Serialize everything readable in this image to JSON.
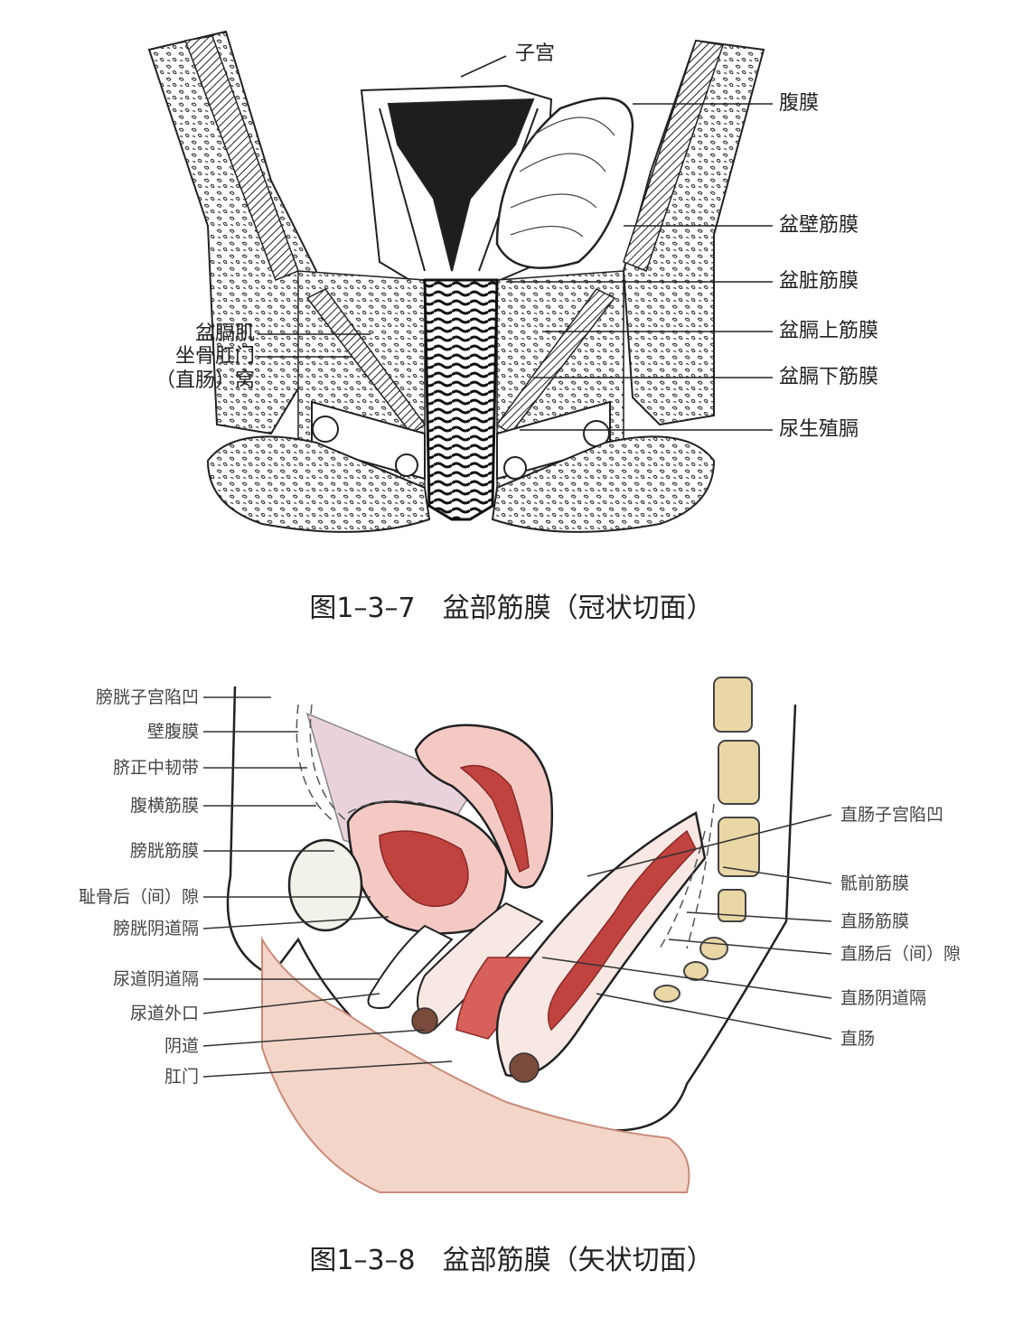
{
  "figure1": {
    "caption": "图1–3–7　盆部筋膜（冠状切面）",
    "labels": {
      "uterus": "子宫",
      "peritoneum": "腹膜",
      "parietal_pelvic_fascia": "盆壁筋膜",
      "visceral_pelvic_fascia": "盆脏筋膜",
      "levator_ani": "盆膈肌",
      "ischioanal_fossa_1": "坐骨肛门",
      "ischioanal_fossa_2": "（直肠）窝",
      "superior_diaphragm_fascia": "盆膈上筋膜",
      "inferior_diaphragm_fascia": "盆膈下筋膜",
      "urogenital_diaphragm": "尿生殖膈"
    }
  },
  "figure2": {
    "caption": "图1–3–8　盆部筋膜（矢状切面）",
    "labels_left": [
      "膀胱子宫陷凹",
      "壁腹膜",
      "脐正中韧带",
      "腹横筋膜",
      "膀胱筋膜",
      "耻骨后（间）隙",
      "膀胱阴道隔",
      "尿道阴道隔",
      "尿道外口",
      "阴道",
      "肛门"
    ],
    "labels_right": [
      "直肠子宫陷凹",
      "骶前筋膜",
      "直肠筋膜",
      "直肠后（间）隙",
      "直肠阴道隔",
      "直肠"
    ]
  },
  "colors": {
    "ink": "#222222",
    "tissue_pink": "#e8a9a6",
    "mucosa_red": "#c0433f",
    "bone": "#e9d7a6",
    "skin": "#f3d6c8"
  }
}
